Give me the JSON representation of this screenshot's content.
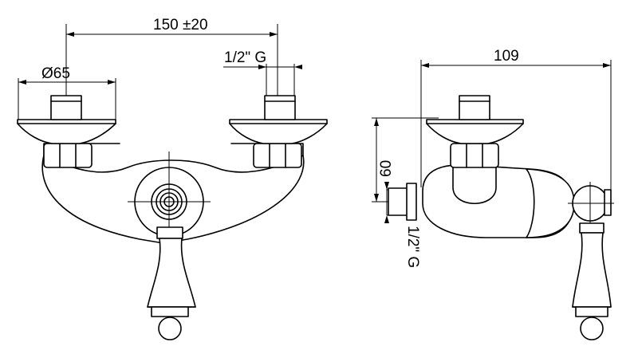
{
  "front_view": {
    "dim_center_distance": "150 ±20",
    "dim_inlet_thread": "1/2\" G",
    "dim_flange_diameter": "Ø65"
  },
  "side_view": {
    "dim_depth": "109",
    "dim_height": "60",
    "dim_outlet_thread": "1/2\" G"
  }
}
